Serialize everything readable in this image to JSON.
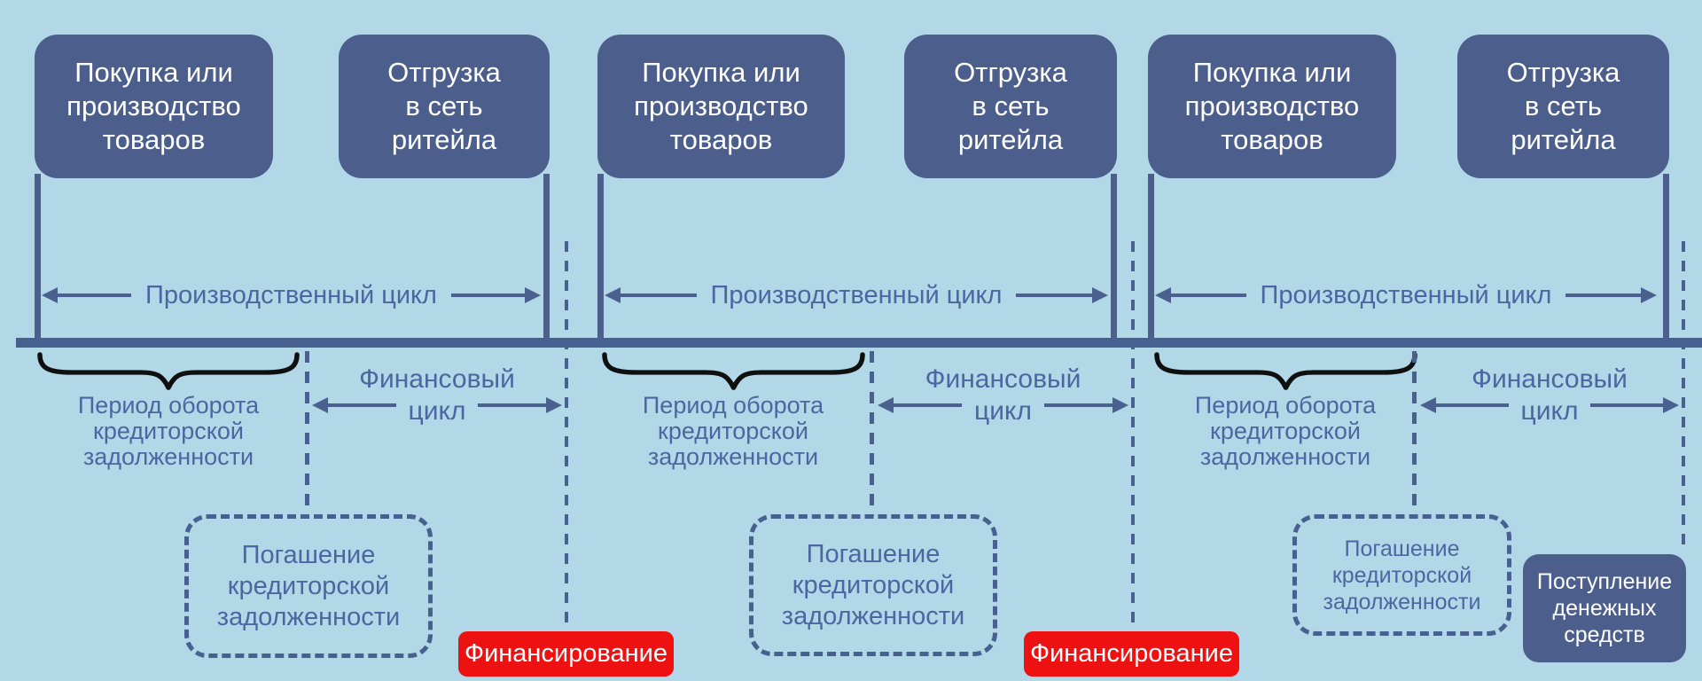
{
  "colors": {
    "background": "#b2d8e7",
    "box_fill": "#4b5e8c",
    "line": "#47608f",
    "label_text": "#4b66a0",
    "brace": "#0f0f0f",
    "financing_red": "#ee1111",
    "box_text": "#ffffff"
  },
  "icons": {
    "arrow": "double-headed-arrow",
    "brace": "curly-brace-down"
  },
  "cycles": [
    {
      "purchase_box": "Покупка или\nпроизводство\nтоваров",
      "shipment_box": "Отгрузка\nв сеть\nритейла",
      "production_cycle_label": "Производственный цикл",
      "payables_period_label": "Период оборота\nкредиторской\nзадолженности",
      "financial_cycle_line1": "Финансовый",
      "financial_cycle_line2": "цикл",
      "repayment_box": "Погашение\nкредиторской\nзадолженности"
    },
    {
      "purchase_box": "Покупка или\nпроизводство\nтоваров",
      "shipment_box": "Отгрузка\nв сеть\nритейла",
      "production_cycle_label": "Производственный цикл",
      "payables_period_label": "Период оборота\nкредиторской\nзадолженности",
      "financial_cycle_line1": "Финансовый",
      "financial_cycle_line2": "цикл",
      "repayment_box": "Погашение\nкредиторской\nзадолженности"
    },
    {
      "purchase_box": "Покупка или\nпроизводство\nтоваров",
      "shipment_box": "Отгрузка\nв сеть\nритейла",
      "production_cycle_label": "Производственный цикл",
      "payables_period_label": "Период оборота\nкредиторской\nзадолженности",
      "financial_cycle_line1": "Финансовый",
      "financial_cycle_line2": "цикл",
      "repayment_box": "Погашение\nкредиторской\nзадолженности"
    }
  ],
  "financing_badges": [
    "Финансирование",
    "Финансирование"
  ],
  "cash_receipt_box": "Поступление\nденежных\nсредств"
}
